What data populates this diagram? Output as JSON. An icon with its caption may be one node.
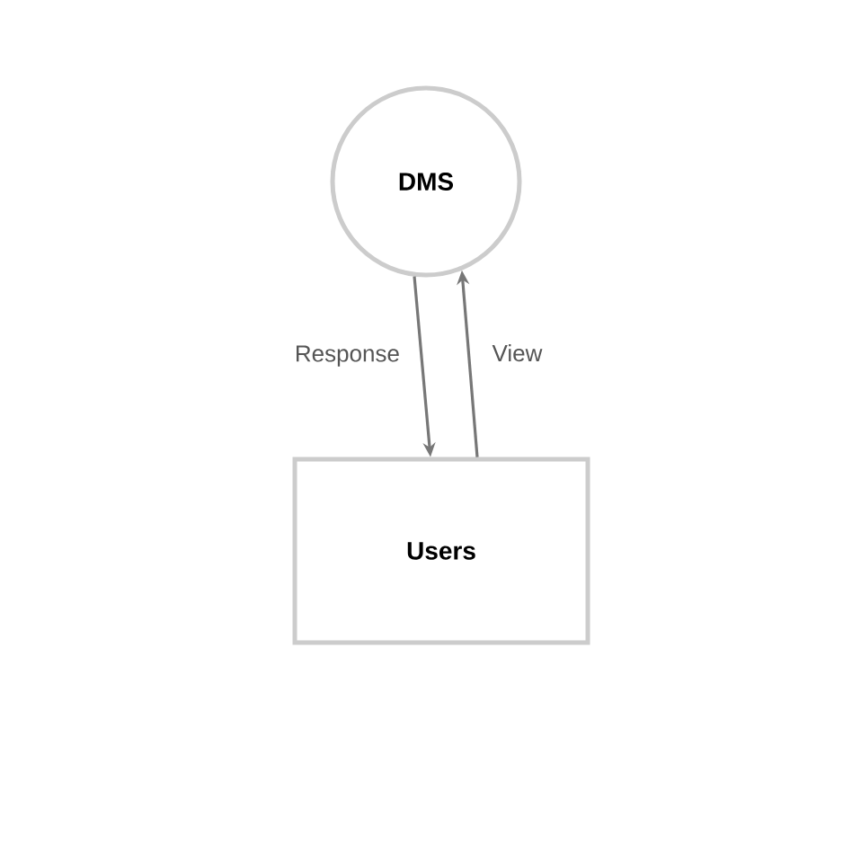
{
  "diagram": {
    "nodes": [
      {
        "text": [
          "DMS"
        ]
      },
      {
        "text": [
          "Users"
        ]
      }
    ],
    "edges": [
      {
        "from": 0,
        "to": 1,
        "arrow": "to",
        "label": "Response"
      },
      {
        "from": 1,
        "to": 0,
        "arrow": "to",
        "label": "View"
      }
    ]
  }
}
